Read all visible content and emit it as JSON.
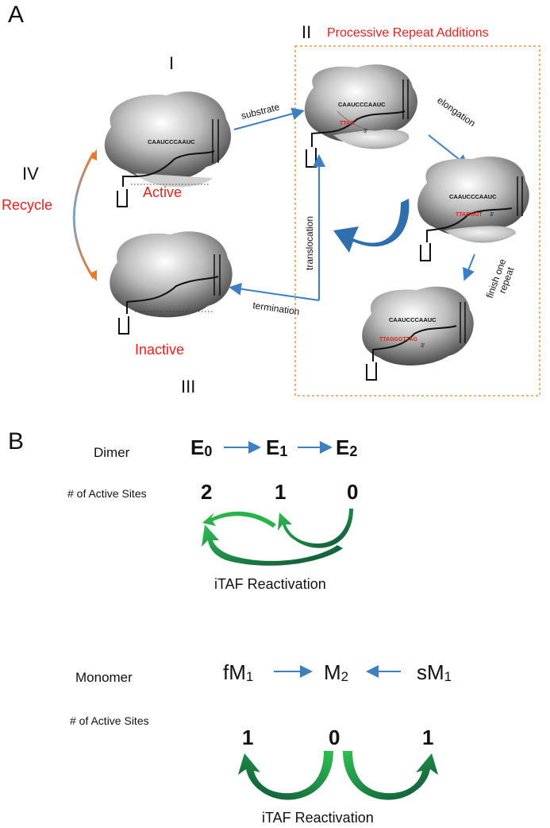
{
  "panel_a": {
    "label": "A",
    "stage_labels": {
      "s1": "I",
      "s2": "II",
      "s3": "III",
      "s4": "IV"
    },
    "box_title": "Processive Repeat Additions",
    "recycle": "Recycle",
    "active": "Active",
    "inactive": "Inactive",
    "rna_template": "CAAUCCCAAUC",
    "dna_products": [
      "TTAG",
      "TTAGGGT",
      "TTAGGGTTAG"
    ],
    "three_prime": "3'",
    "arrows": {
      "substrate": "substrate",
      "elongation": "elongation",
      "finish_line1": "finish one",
      "finish_line2": "repeat",
      "translocation": "translocation",
      "termination": "termination"
    }
  },
  "panel_b": {
    "label": "B",
    "dimer": {
      "label": "Dimer",
      "states": [
        {
          "base": "E",
          "sub": "0"
        },
        {
          "base": "E",
          "sub": "1"
        },
        {
          "base": "E",
          "sub": "2"
        }
      ],
      "sites_label": "# of Active Sites",
      "sites": [
        "2",
        "1",
        "0"
      ],
      "reactivation": "iTAF Reactivation"
    },
    "monomer": {
      "label": "Monomer",
      "states": [
        {
          "base": "fM",
          "sub": "1"
        },
        {
          "base": "M",
          "sub": "2"
        },
        {
          "base": "sM",
          "sub": "1"
        }
      ],
      "sites_label": "# of Active Sites",
      "sites": [
        "1",
        "0",
        "1"
      ],
      "reactivation": "iTAF Reactivation"
    }
  },
  "colors": {
    "red": "#e8211c",
    "blue_arrow": "#3d7fc0",
    "orange": "#e87a2a",
    "green_light": "#28b24b",
    "green_dark": "#0f5f3a",
    "box_border": "#e69a4a"
  }
}
